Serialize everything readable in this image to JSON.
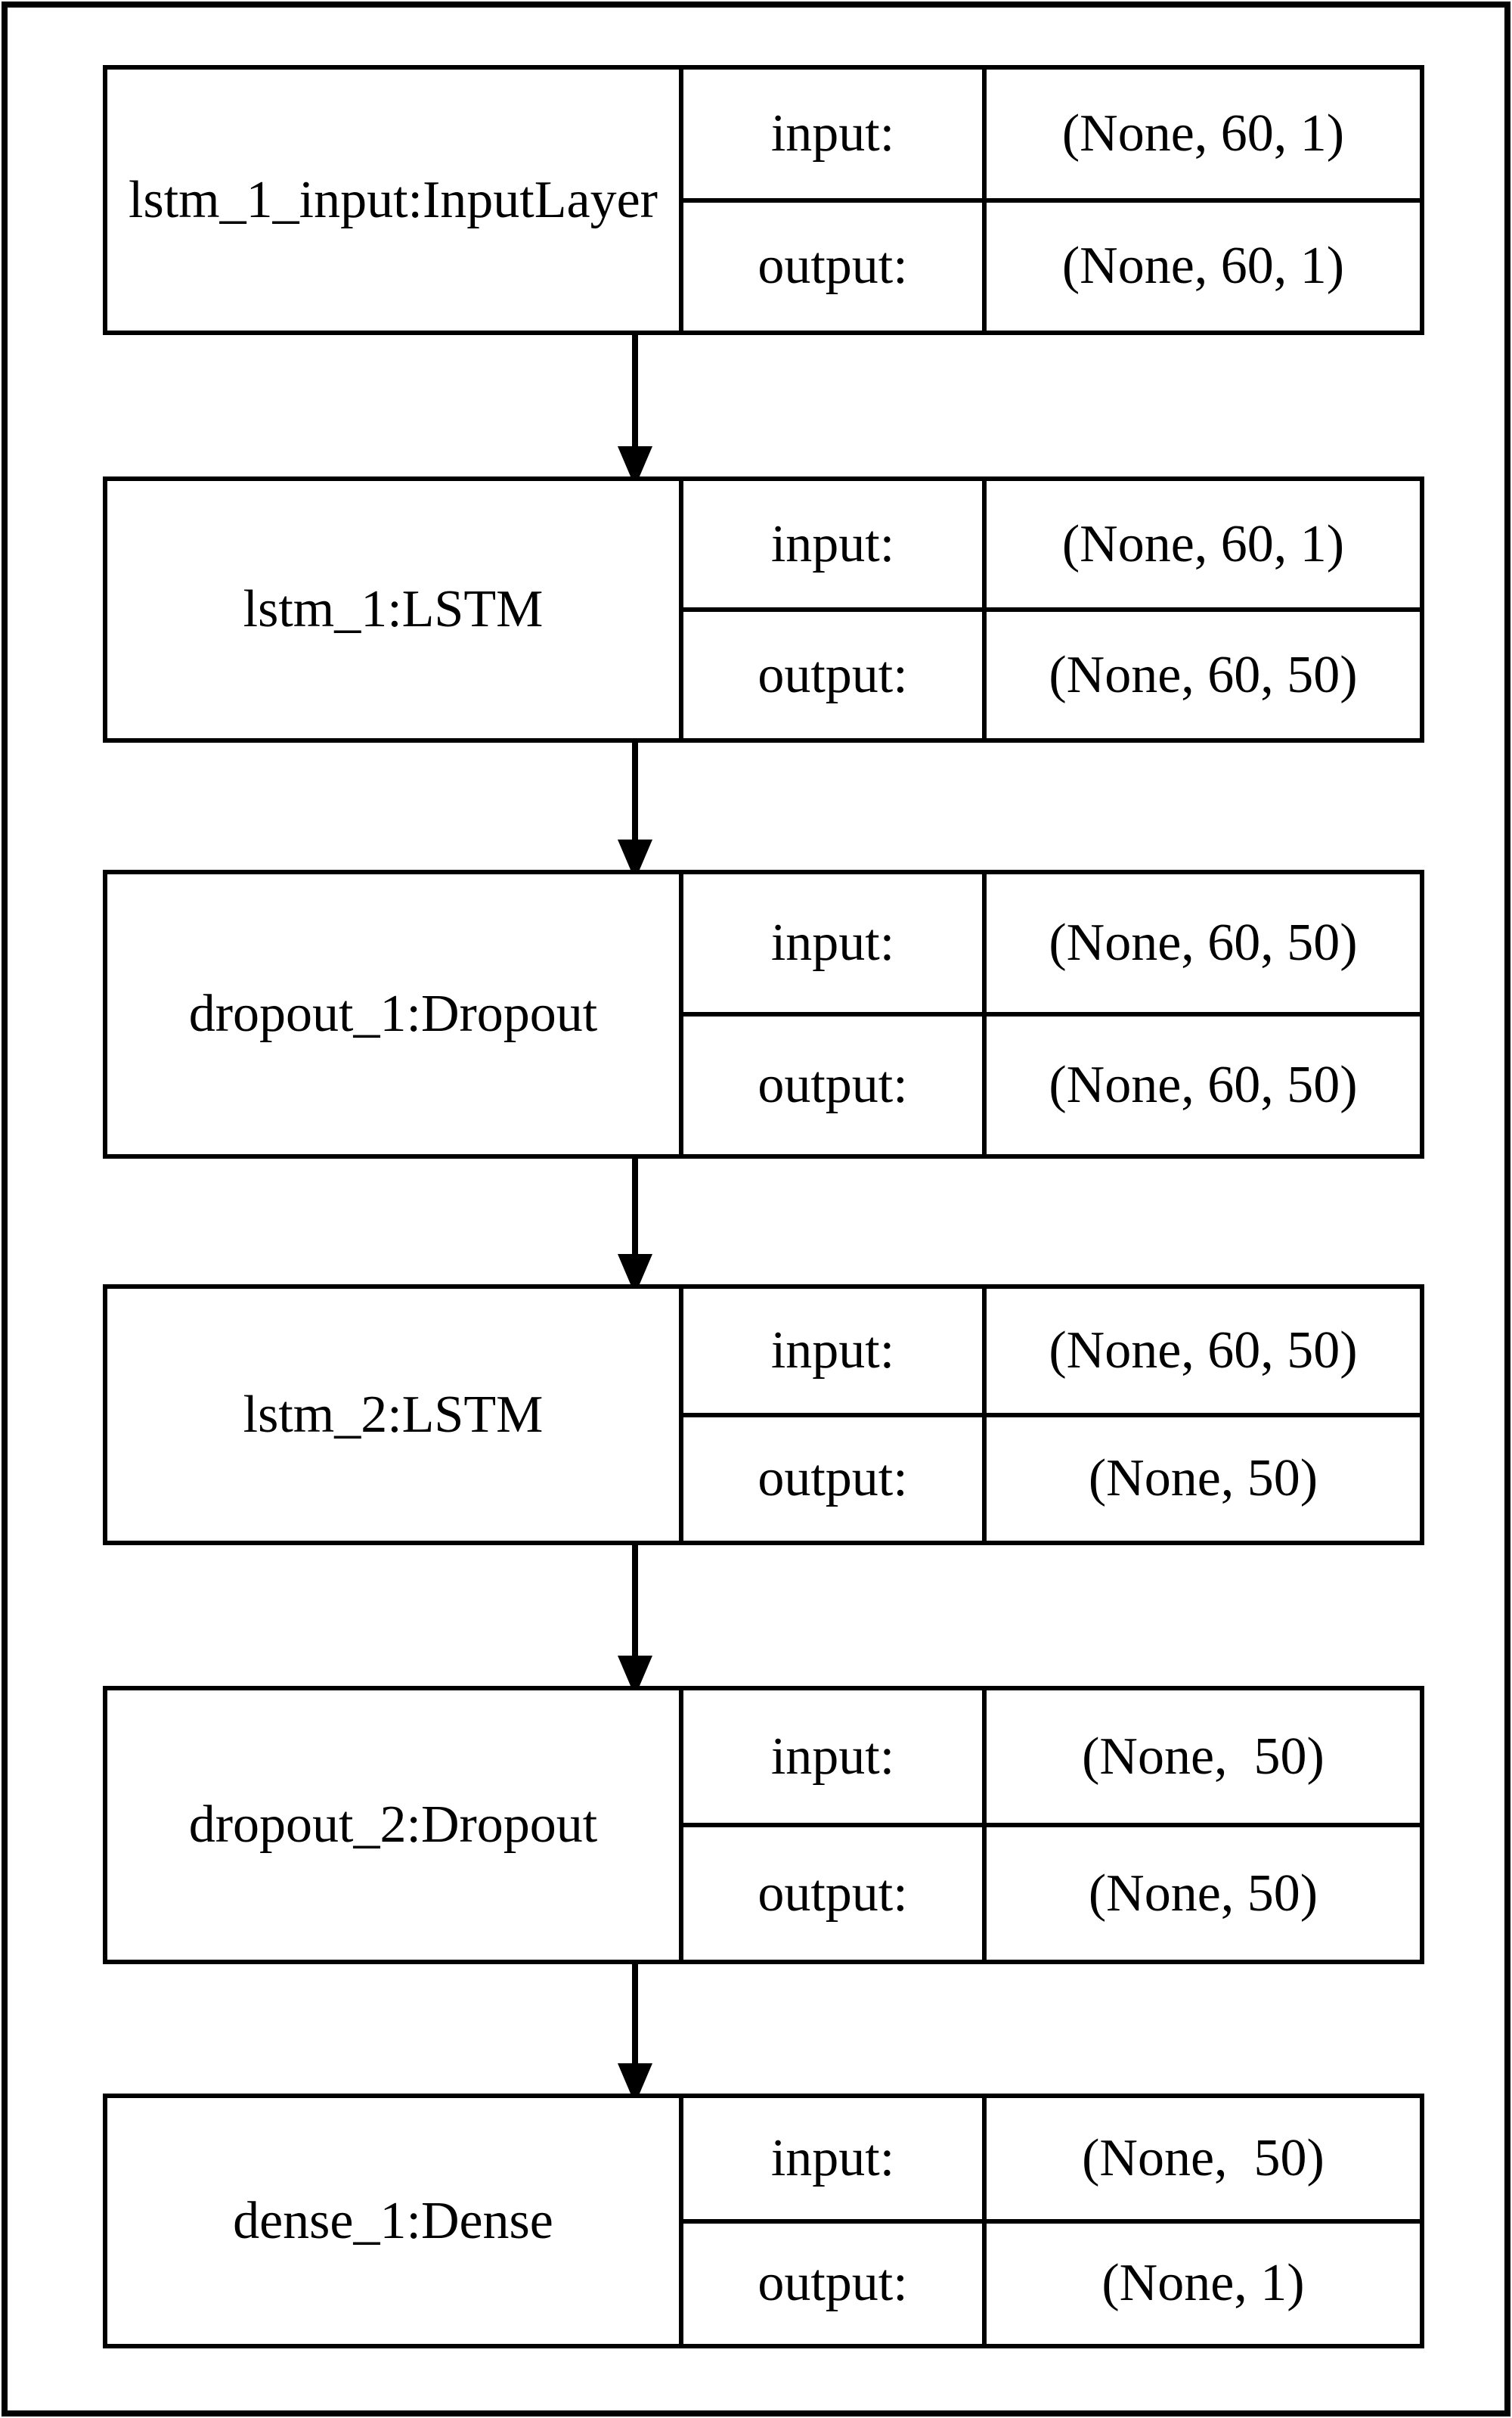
{
  "diagram": {
    "type": "neural-network-layer-graph",
    "direction": "top-to-bottom",
    "colors": {
      "line": "#000000",
      "text": "#000000",
      "background": "#ffffff"
    }
  },
  "layers": [
    {
      "name": "lstm_1_input:InputLayer",
      "input_label": "input:",
      "input_shape": "(None, 60, 1)",
      "output_label": "output:",
      "output_shape": "(None, 60, 1)"
    },
    {
      "name": "lstm_1:LSTM",
      "input_label": "input:",
      "input_shape": "(None, 60, 1)",
      "output_label": "output:",
      "output_shape": "(None, 60, 50)"
    },
    {
      "name": "dropout_1:Dropout",
      "input_label": "input:",
      "input_shape": "(None, 60, 50)",
      "output_label": "output:",
      "output_shape": "(None, 60, 50)"
    },
    {
      "name": "lstm_2:LSTM",
      "input_label": "input:",
      "input_shape": "(None, 60, 50)",
      "output_label": "output:",
      "output_shape": "(None, 50)"
    },
    {
      "name": "dropout_2:Dropout",
      "input_label": "input:",
      "input_shape": "(None,  50)",
      "output_label": "output:",
      "output_shape": "(None, 50)"
    },
    {
      "name": "dense_1:Dense",
      "input_label": "input:",
      "input_shape": "(None,  50)",
      "output_label": "output:",
      "output_shape": "(None, 1)"
    }
  ],
  "connections": [
    {
      "from": "lstm_1_input:InputLayer",
      "to": "lstm_1:LSTM"
    },
    {
      "from": "lstm_1:LSTM",
      "to": "dropout_1:Dropout"
    },
    {
      "from": "dropout_1:Dropout",
      "to": "lstm_2:LSTM"
    },
    {
      "from": "lstm_2:LSTM",
      "to": "dropout_2:Dropout"
    },
    {
      "from": "dropout_2:Dropout",
      "to": "dense_1:Dense"
    }
  ]
}
